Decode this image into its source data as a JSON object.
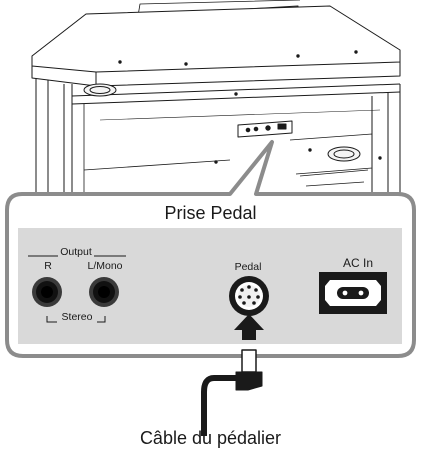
{
  "callout": {
    "title": "Prise Pedal"
  },
  "panel": {
    "output_label": "Output",
    "r_label": "R",
    "lmono_label": "L/Mono",
    "stereo_label": "Stereo",
    "pedal_label": "Pedal",
    "acin_label": "AC In"
  },
  "caption": "Câble du pédalier",
  "colors": {
    "panel_gray": "#d9d9d9",
    "frame_gray": "#8c8c8c",
    "line": "#1a1a1a"
  },
  "icons": [
    "piano-illustration",
    "pedal-connector-icon",
    "ac-inlet-icon",
    "jack-icon",
    "arrow-up-icon",
    "cable-plug-icon"
  ]
}
